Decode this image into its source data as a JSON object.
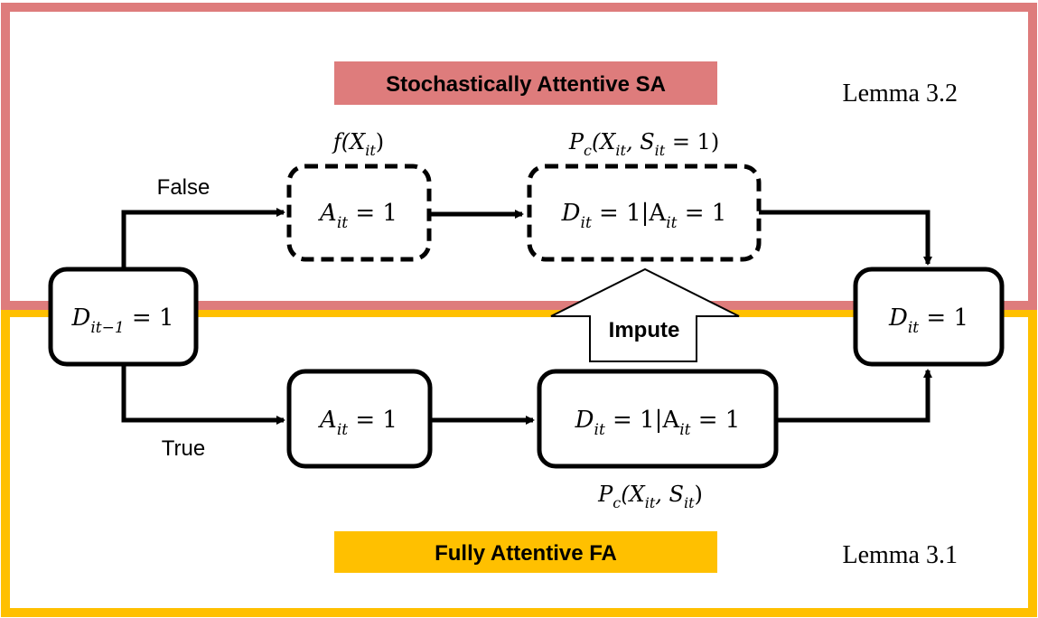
{
  "colors": {
    "sa_border": "#de7c7c",
    "fa_border": "#ffc000",
    "sa_label_bg": "#de7c7c",
    "fa_label_bg": "#ffc000",
    "stroke": "#000000"
  },
  "regions": {
    "sa": {
      "label": "Stochastically Attentive SA",
      "lemma": "Lemma 3.2"
    },
    "fa": {
      "label": "Fully Attentive FA",
      "lemma": "Lemma 3.1"
    }
  },
  "branches": {
    "false_label": "False",
    "true_label": "True"
  },
  "impute_label": "Impute",
  "nodes": {
    "start": {
      "var": "D",
      "sub": "it−1",
      "rest": " = 1"
    },
    "end": {
      "var": "D",
      "sub": "it",
      "rest": " = 1"
    },
    "sa_attention": {
      "var": "A",
      "sub": "it",
      "rest": " = 1",
      "annotation_fn": "f(X",
      "annotation_sub": "it",
      "annotation_end": ")"
    },
    "sa_decision": {
      "var": "D",
      "sub": "it",
      "mid": " = 1|A",
      "sub2": "it",
      "rest": " = 1",
      "annotation_a": "P",
      "annotation_a_sub": "c",
      "annotation_b": "(X",
      "annotation_b_sub": "it",
      "annotation_c": ", S",
      "annotation_c_sub": "it",
      "annotation_d": " = 1)"
    },
    "fa_attention": {
      "var": "A",
      "sub": "it",
      "rest": " = 1"
    },
    "fa_decision": {
      "var": "D",
      "sub": "it",
      "mid": " = 1|A",
      "sub2": "it",
      "rest": " = 1",
      "annotation_a": "P",
      "annotation_a_sub": "c",
      "annotation_b": "(X",
      "annotation_b_sub": "it",
      "annotation_c": ", S",
      "annotation_c_sub": "it",
      "annotation_d": ")"
    }
  }
}
